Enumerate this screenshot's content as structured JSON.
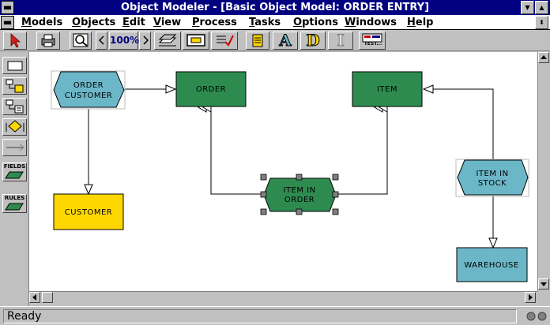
{
  "window": {
    "title": "Object Modeler - [Basic Object Model: ORDER ENTRY]",
    "system_menu_glyph": "▬",
    "minimize_glyph": "▼",
    "maximize_glyph": "▲",
    "restore_glyph": "⬍"
  },
  "menu": {
    "doc_control_glyph": "▬",
    "items": [
      {
        "u": "M",
        "rest": "odels"
      },
      {
        "u": "O",
        "rest": "bjects"
      },
      {
        "u": "E",
        "rest": "dit"
      },
      {
        "u": "V",
        "rest": "iew"
      },
      {
        "u": "P",
        "rest": "rocess"
      },
      {
        "u": "T",
        "rest": "asks"
      },
      {
        "u": "O",
        "rest": "ptions"
      },
      {
        "u": "W",
        "rest": "indows"
      },
      {
        "u": "H",
        "rest": "elp"
      }
    ]
  },
  "toolbar": {
    "zoom_label": "100%",
    "text_a_label": "A",
    "text_d_label": "D",
    "text_i_label": "I",
    "test_label": "TEST..."
  },
  "palette": {
    "fields_label": "FIELDS",
    "rules_label": "RULES"
  },
  "diagram": {
    "order_customer": [
      "ORDER",
      "CUSTOMER"
    ],
    "order": "ORDER",
    "item": "ITEM",
    "customer": "CUSTOMER",
    "item_in_order": [
      "ITEM IN",
      "ORDER"
    ],
    "item_in_stock": [
      "ITEM IN",
      "STOCK"
    ],
    "warehouse": "WAREHOUSE",
    "colors": {
      "hex_blue": "#6bb7c8",
      "green": "#2e8b4f",
      "yellow": "#ffd700"
    }
  },
  "status": {
    "text": "Ready"
  }
}
